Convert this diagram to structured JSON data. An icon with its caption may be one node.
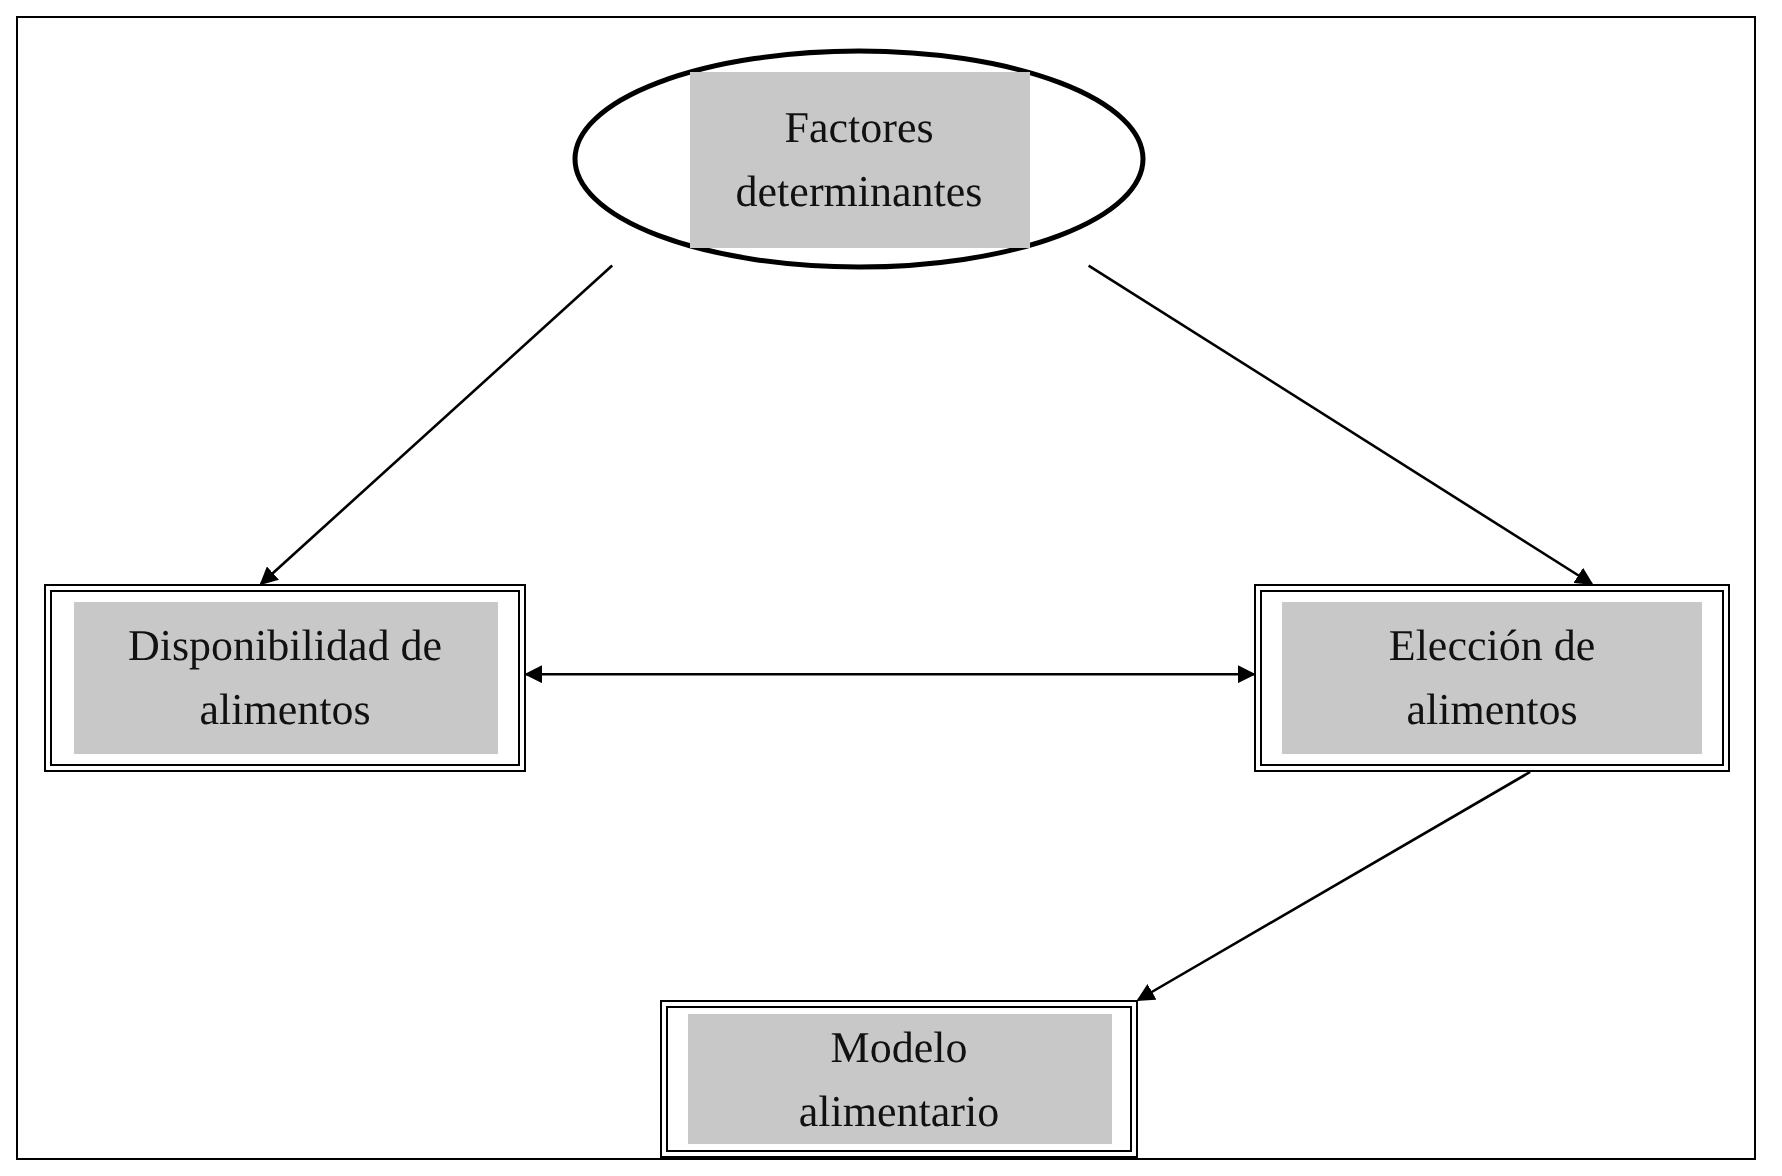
{
  "diagram": {
    "nodes": [
      {
        "text": [
          "Factores determinantes"
        ]
      },
      {
        "text": [
          "Disponibilidad de alimentos"
        ]
      },
      {
        "text": [
          "Elección de alimentos"
        ]
      },
      {
        "text": [
          "Modelo alimentario"
        ]
      }
    ],
    "edges": [
      {
        "from": 0,
        "to": 1,
        "arrow": "to"
      },
      {
        "from": 0,
        "to": 2,
        "arrow": "to"
      },
      {
        "from": 1,
        "to": 2,
        "arrow": "both"
      },
      {
        "from": 2,
        "to": 3,
        "arrow": "to"
      }
    ]
  }
}
